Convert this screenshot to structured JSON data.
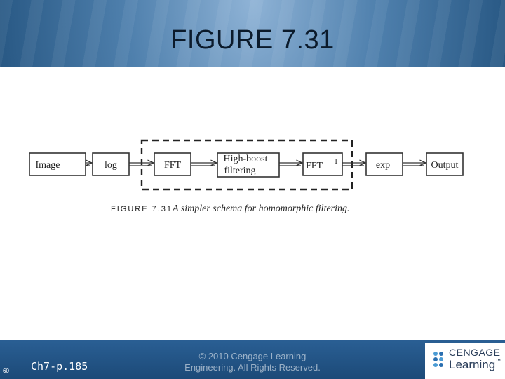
{
  "slide": {
    "title": "FIGURE 7.31",
    "slide_number": "60",
    "chapter_ref": "Ch7-p.185",
    "copyright_line1": "© 2010 Cengage Learning",
    "copyright_line2": "Engineering. All Rights Reserved.",
    "logo_top": "CENGAGE",
    "logo_bottom": "Learning",
    "logo_tm": "™"
  },
  "diagram": {
    "blocks": [
      {
        "id": "image",
        "label": "Image"
      },
      {
        "id": "log",
        "label": "log"
      },
      {
        "id": "fft",
        "label": "FFT"
      },
      {
        "id": "highboost",
        "label_line1": "High-boost",
        "label_line2": "filtering"
      },
      {
        "id": "ifft",
        "label": "FFT",
        "superscript": "−1"
      },
      {
        "id": "exp",
        "label": "exp"
      },
      {
        "id": "output",
        "label": "Output"
      }
    ],
    "caption_label": "FIGURE 7.31",
    "caption_text": "A simpler schema for homomorphic filtering."
  },
  "colors": {
    "band": "#1d4c7a",
    "panel": "#ffffff",
    "block_stroke": "#333333"
  }
}
